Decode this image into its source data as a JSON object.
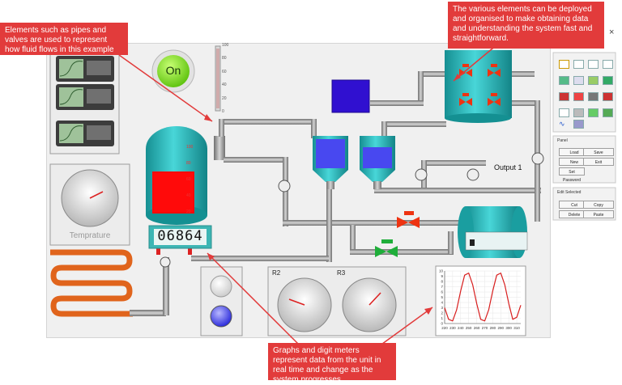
{
  "annotations": {
    "pipes_valves": "Elements such as pipes and valves are used to represent how fluid flows in this example system",
    "deploy": "The various elements can be deployed and organised to make obtaining data and understanding the system fast and straightforward.",
    "graphs": "Graphs and digit meters represent data from the unit in real time and change as the system progresses"
  },
  "controls": {
    "on_button": "On",
    "close": "×"
  },
  "labels": {
    "temperature": "Temprature",
    "output": "Output 1",
    "r2": "R2",
    "r3": "R3"
  },
  "digit_meter": {
    "value": "06864"
  },
  "vertical_scale": {
    "ticks": [
      "100",
      "80",
      "60",
      "40",
      "20",
      "0"
    ]
  },
  "tank_scale": {
    "ticks": [
      "100",
      "80",
      "60",
      "40",
      "20"
    ]
  },
  "right_panel": {
    "panel_title": "Panel",
    "panel_buttons": [
      "Load",
      "Save",
      "New",
      "Exit",
      "Set Password"
    ],
    "edit_title": "Edit Selected",
    "edit_buttons": [
      "Cut",
      "Copy",
      "Delete",
      "Paste"
    ]
  },
  "chart_data": {
    "type": "line",
    "x_ticks": [
      "220",
      "230",
      "240",
      "250",
      "260",
      "270",
      "280",
      "290",
      "300",
      "310"
    ],
    "y_ticks": [
      "0",
      "1",
      "2",
      "3",
      "4",
      "5",
      "6",
      "7",
      "8",
      "9",
      "10"
    ],
    "xlim": [
      220,
      315
    ],
    "ylim": [
      0,
      10
    ],
    "series": [
      {
        "x": [
          220,
          225,
          230,
          235,
          240,
          245,
          250,
          255,
          260,
          265,
          270,
          275,
          280,
          285,
          290,
          295,
          300,
          305,
          310,
          315
        ],
        "y": [
          3,
          0.8,
          0.5,
          2.6,
          6.2,
          9.2,
          9.6,
          7.4,
          3.8,
          0.8,
          0.5,
          2.6,
          6.2,
          9.2,
          9.6,
          7.4,
          3.8,
          0.8,
          1.2,
          3.5
        ]
      }
    ],
    "color": "#d81e1e"
  },
  "colors": {
    "callout": "#e23b3b",
    "tank": "#2bbdbf",
    "red_fill": "#ff0a0a",
    "blue_fill": "#4848f0",
    "pipe": "#9a9a9a",
    "heater": "#e0641c",
    "purple_block": "#3010d0",
    "on_green": "#8ef01e"
  }
}
